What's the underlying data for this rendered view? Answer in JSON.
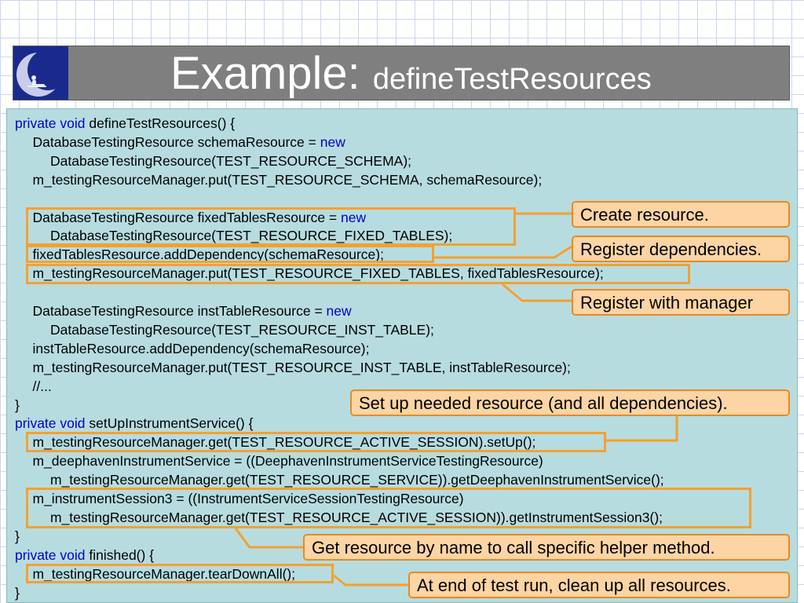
{
  "slide": {
    "title_main": "Example: ",
    "title_sub": "defineTestResources",
    "logo_icon": "moon-figure-logo"
  },
  "code_lines": [
    {
      "indent": 0,
      "parts": [
        {
          "t": "private void",
          "kw": true
        },
        {
          "t": " defineTestResources() {",
          "kw": false
        }
      ]
    },
    {
      "indent": 1,
      "parts": [
        {
          "t": "DatabaseTestingResource schemaResource = ",
          "kw": false
        },
        {
          "t": "new",
          "kw": true
        }
      ]
    },
    {
      "indent": 2,
      "parts": [
        {
          "t": "DatabaseTestingResource(TEST_RESOURCE_SCHEMA);",
          "kw": false
        }
      ]
    },
    {
      "indent": 1,
      "parts": [
        {
          "t": "m_testingResourceManager.put(TEST_RESOURCE_SCHEMA, schemaResource);",
          "kw": false
        }
      ]
    },
    {
      "indent": 0,
      "parts": []
    },
    {
      "indent": 1,
      "parts": [
        {
          "t": "DatabaseTestingResource fixedTablesResource = ",
          "kw": false
        },
        {
          "t": "new",
          "kw": true
        }
      ]
    },
    {
      "indent": 2,
      "parts": [
        {
          "t": "DatabaseTestingResource(TEST_RESOURCE_FIXED_TABLES);",
          "kw": false
        }
      ]
    },
    {
      "indent": 1,
      "parts": [
        {
          "t": "fixedTablesResource.addDependency(schemaResource);",
          "kw": false
        }
      ]
    },
    {
      "indent": 1,
      "parts": [
        {
          "t": "m_testingResourceManager.put(TEST_RESOURCE_FIXED_TABLES, fixedTablesResource);",
          "kw": false
        }
      ]
    },
    {
      "indent": 0,
      "parts": []
    },
    {
      "indent": 1,
      "parts": [
        {
          "t": "DatabaseTestingResource instTableResource = ",
          "kw": false
        },
        {
          "t": "new",
          "kw": true
        }
      ]
    },
    {
      "indent": 2,
      "parts": [
        {
          "t": "DatabaseTestingResource(TEST_RESOURCE_INST_TABLE);",
          "kw": false
        }
      ]
    },
    {
      "indent": 1,
      "parts": [
        {
          "t": "instTableResource.addDependency(schemaResource);",
          "kw": false
        }
      ]
    },
    {
      "indent": 1,
      "parts": [
        {
          "t": "m_testingResourceManager.put(TEST_RESOURCE_INST_TABLE, instTableResource);",
          "kw": false
        }
      ]
    },
    {
      "indent": 1,
      "parts": [
        {
          "t": "//...",
          "kw": false
        }
      ]
    },
    {
      "indent": 0,
      "parts": [
        {
          "t": "}",
          "kw": false
        }
      ]
    },
    {
      "indent": 0,
      "parts": [
        {
          "t": "private void",
          "kw": true
        },
        {
          "t": " setUpInstrumentService() {",
          "kw": false
        }
      ]
    },
    {
      "indent": 1,
      "parts": [
        {
          "t": "m_testingResourceManager.get(TEST_RESOURCE_ACTIVE_SESSION).setUp();",
          "kw": false
        }
      ]
    },
    {
      "indent": 1,
      "parts": [
        {
          "t": "m_deephavenInstrumentService = ((DeephavenInstrumentServiceTestingResource)",
          "kw": false
        }
      ]
    },
    {
      "indent": 2,
      "parts": [
        {
          "t": "m_testingResourceManager.get(TEST_RESOURCE_SERVICE)).getDeephavenInstrumentService();",
          "kw": false
        }
      ]
    },
    {
      "indent": 1,
      "parts": [
        {
          "t": "m_instrumentSession3 = ((InstrumentServiceSessionTestingResource)",
          "kw": false
        }
      ]
    },
    {
      "indent": 2,
      "parts": [
        {
          "t": "m_testingResourceManager.get(TEST_RESOURCE_ACTIVE_SESSION)).getInstrumentSession3();",
          "kw": false
        }
      ]
    },
    {
      "indent": 0,
      "parts": [
        {
          "t": "}",
          "kw": false
        }
      ]
    },
    {
      "indent": 0,
      "parts": [
        {
          "t": "private void",
          "kw": true
        },
        {
          "t": " finished() {",
          "kw": false
        }
      ]
    },
    {
      "indent": 1,
      "parts": [
        {
          "t": "m_testingResourceManager.tearDownAll();",
          "kw": false
        }
      ]
    },
    {
      "indent": 0,
      "parts": [
        {
          "t": "}",
          "kw": false
        }
      ]
    }
  ],
  "callouts": {
    "create": "Create resource.",
    "register_deps": "Register dependencies.",
    "register_mgr": "Register with manager",
    "setup": "Set up needed resource (and all dependencies).",
    "get_resource": "Get resource by name to call specific helper method.",
    "cleanup": "At end of test run, clean up all resources."
  },
  "colors": {
    "keyword": "#0000cc",
    "highlight": "#f5a030",
    "callout_fill": "#fdd4a4",
    "panel": "#b7dce0",
    "title_bar": "#7f7f7f"
  }
}
